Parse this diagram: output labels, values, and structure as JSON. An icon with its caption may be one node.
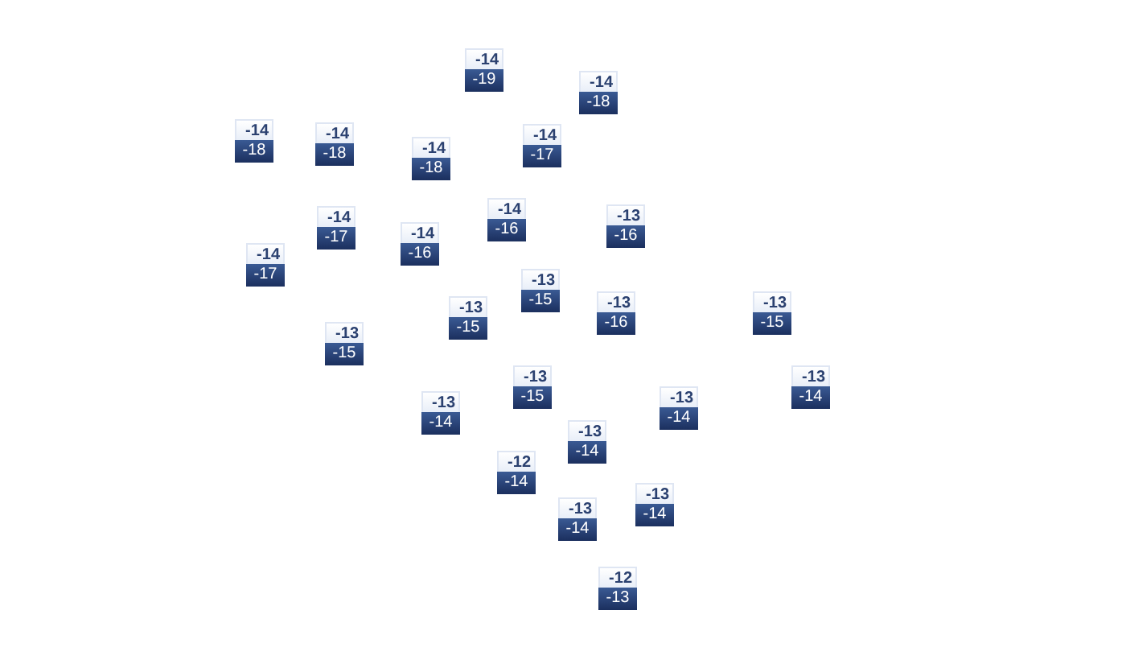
{
  "diagram": {
    "nodes": [
      {
        "text": [
          "-14",
          "-19"
        ]
      },
      {
        "text": [
          "-14",
          "-18"
        ]
      },
      {
        "text": [
          "-14",
          "-18"
        ]
      },
      {
        "text": [
          "-14",
          "-18"
        ]
      },
      {
        "text": [
          "-14",
          "-18"
        ]
      },
      {
        "text": [
          "-14",
          "-17"
        ]
      },
      {
        "text": [
          "-14",
          "-17"
        ]
      },
      {
        "text": [
          "-14",
          "-16"
        ]
      },
      {
        "text": [
          "-13",
          "-16"
        ]
      },
      {
        "text": [
          "-14",
          "-16"
        ]
      },
      {
        "text": [
          "-14",
          "-17"
        ]
      },
      {
        "text": [
          "-13",
          "-15"
        ]
      },
      {
        "text": [
          "-13",
          "-15"
        ]
      },
      {
        "text": [
          "-13",
          "-16"
        ]
      },
      {
        "text": [
          "-13",
          "-15"
        ]
      },
      {
        "text": [
          "-13",
          "-15"
        ]
      },
      {
        "text": [
          "-13",
          "-15"
        ]
      },
      {
        "text": [
          "-13",
          "-14"
        ]
      },
      {
        "text": [
          "-13",
          "-14"
        ]
      },
      {
        "text": [
          "-13",
          "-14"
        ]
      },
      {
        "text": [
          "-13",
          "-14"
        ]
      },
      {
        "text": [
          "-12",
          "-14"
        ]
      },
      {
        "text": [
          "-13",
          "-14"
        ]
      },
      {
        "text": [
          "-13",
          "-14"
        ]
      },
      {
        "text": [
          "-12",
          "-13"
        ]
      }
    ]
  }
}
